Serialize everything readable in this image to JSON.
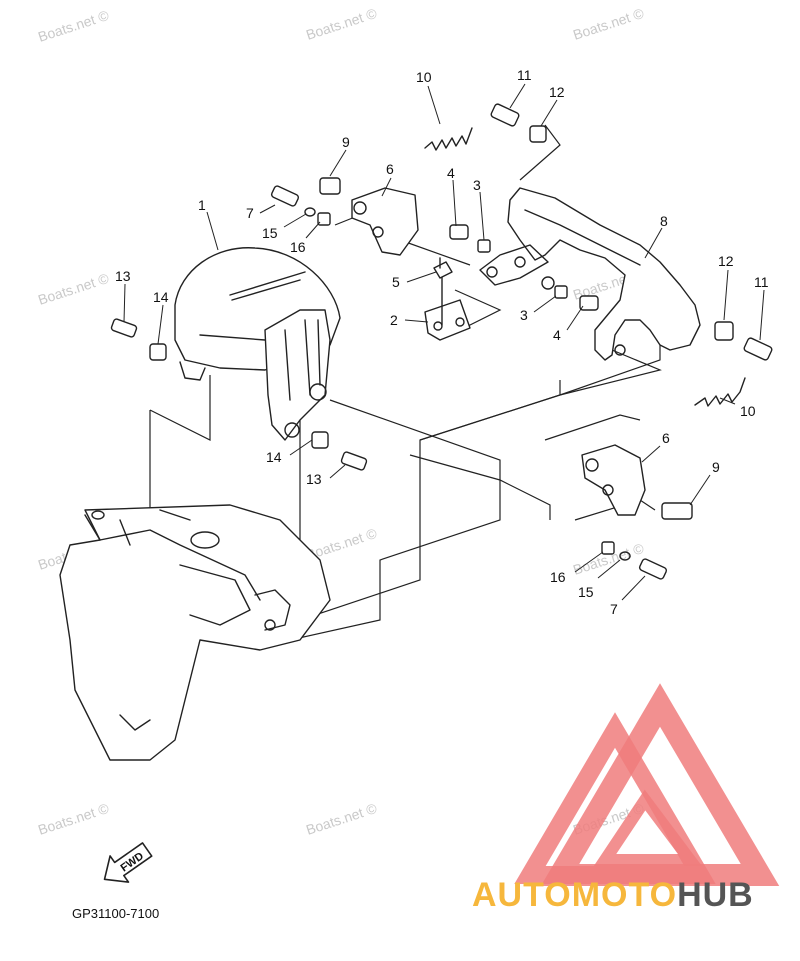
{
  "watermark": "Boats.net ©",
  "catalog_code": "GP31100-7100",
  "fwd_label": "FWD",
  "brand": {
    "part1": "AUTOMOTO",
    "part2": "HUB",
    "color1": "#f6b73c",
    "color2": "#555555",
    "logo_color": "#f07d7d"
  },
  "callouts": [
    "1",
    "2",
    "3",
    "3",
    "4",
    "4",
    "5",
    "6",
    "6",
    "7",
    "7",
    "8",
    "9",
    "9",
    "10",
    "10",
    "11",
    "11",
    "12",
    "12",
    "13",
    "13",
    "14",
    "14",
    "15",
    "15",
    "16",
    "16"
  ]
}
